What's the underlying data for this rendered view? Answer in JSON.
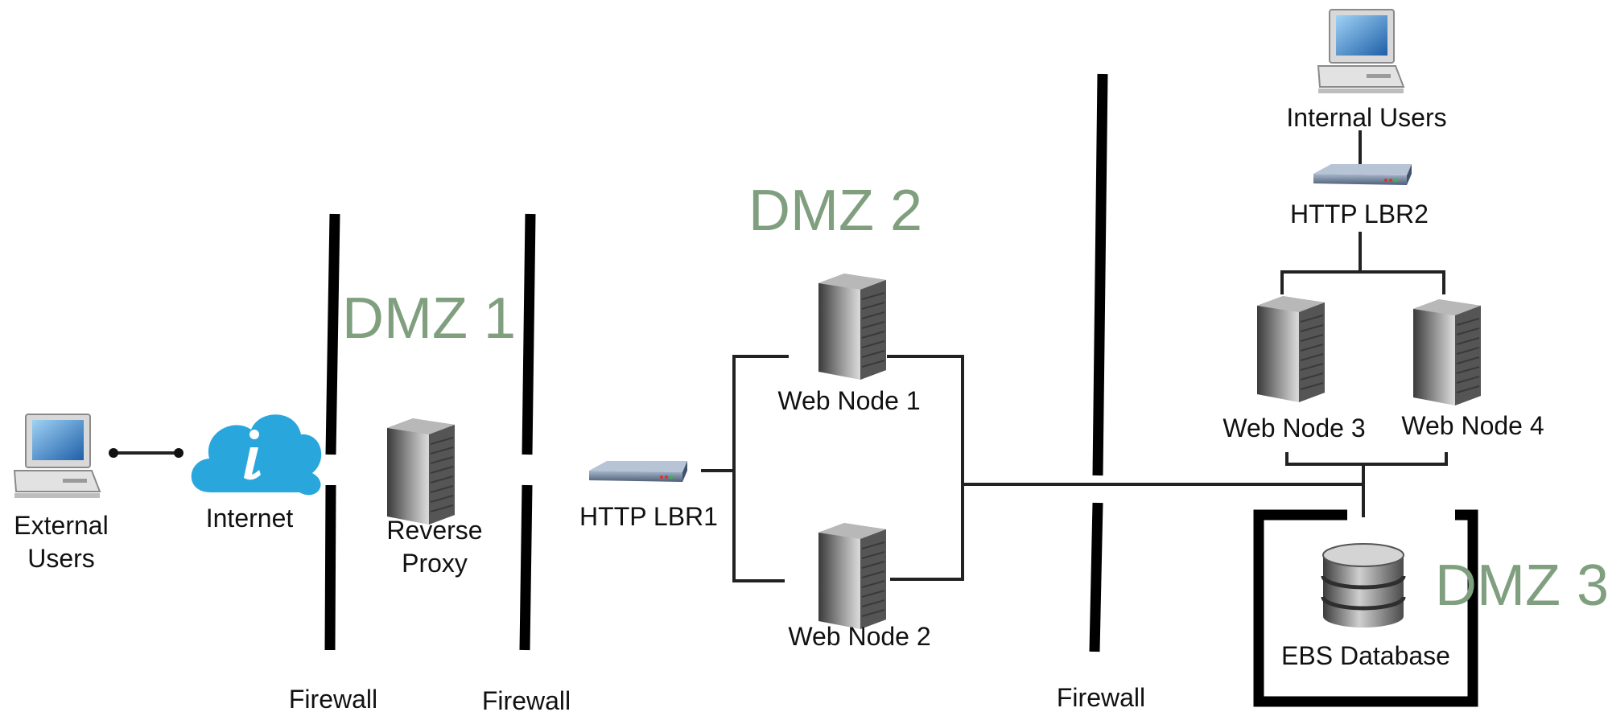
{
  "colors": {
    "zone_label": "#7f9f7f",
    "firewall": "#000000",
    "cloud": "#29a7dd",
    "server_dark": "#4a4a4a",
    "lbr": "#6f84a0"
  },
  "zones": {
    "dmz1": "DMZ 1",
    "dmz2": "DMZ 2",
    "dmz3": "DMZ 3"
  },
  "firewalls": [
    "Firewall",
    "Firewall",
    "Firewall"
  ],
  "nodes": {
    "external_users": [
      "External",
      "Users"
    ],
    "internet": "Internet",
    "reverse_proxy": [
      "Reverse",
      "Proxy"
    ],
    "http_lbr1": "HTTP LBR1",
    "web_node_1": "Web Node 1",
    "web_node_2": "Web Node 2",
    "internal_users": "Internal Users",
    "http_lbr2": "HTTP LBR2",
    "web_node_3": "Web Node 3",
    "web_node_4": "Web Node 4",
    "ebs_database": "EBS Database"
  },
  "icons": {
    "computer": "computer-icon",
    "cloud": "info-cloud-icon",
    "server": "server-icon",
    "load_balancer": "load-balancer-icon",
    "database": "database-icon"
  }
}
